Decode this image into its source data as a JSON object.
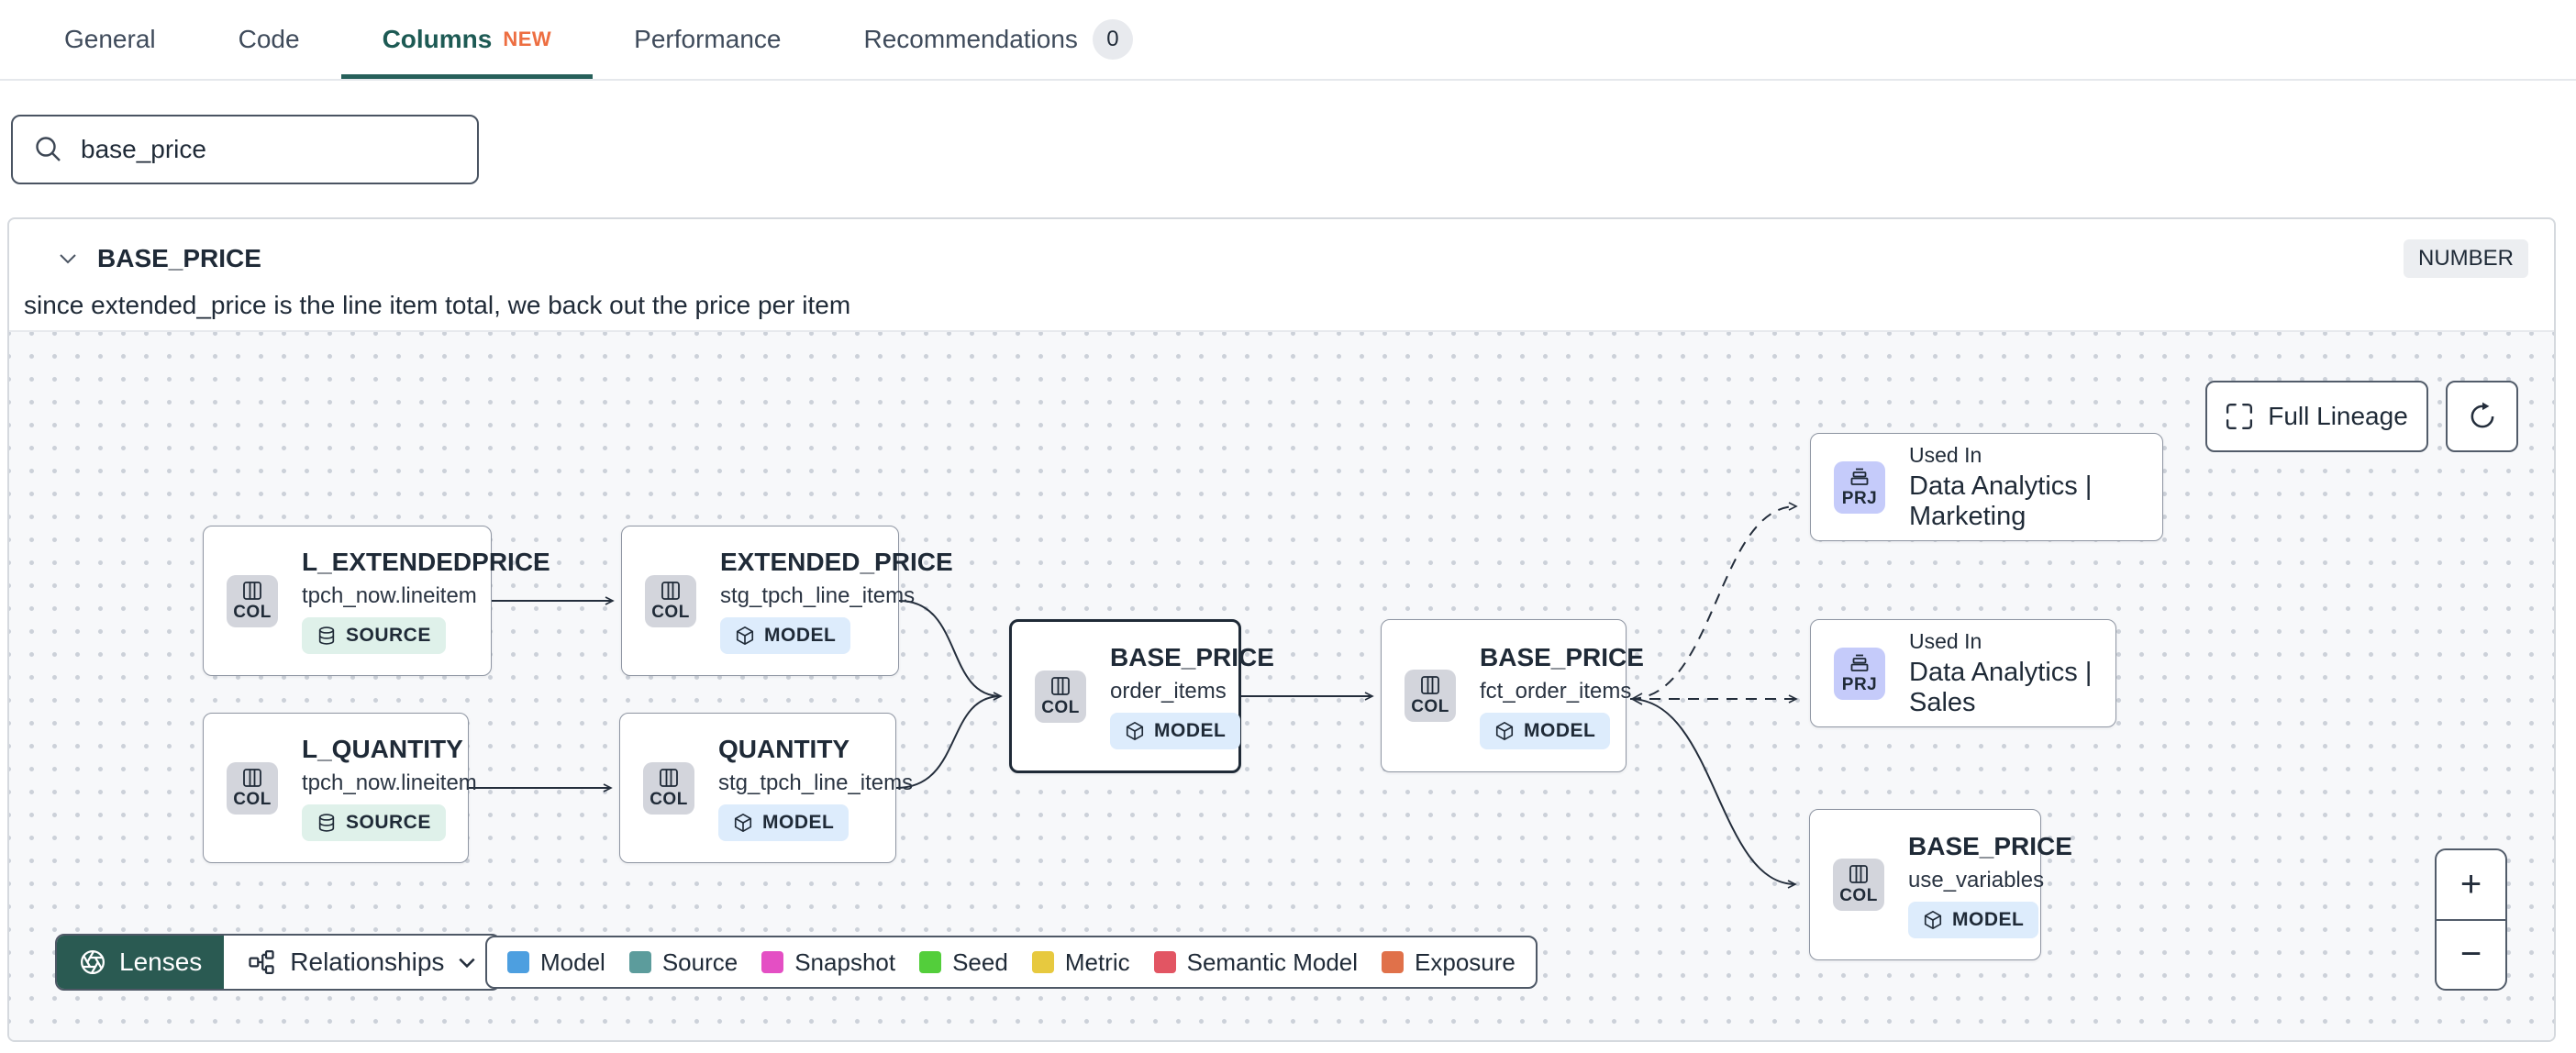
{
  "tabs": {
    "items": [
      {
        "label": "General"
      },
      {
        "label": "Code"
      },
      {
        "label": "Columns",
        "badge": "NEW"
      },
      {
        "label": "Performance"
      },
      {
        "label": "Recommendations",
        "badge": "0"
      }
    ]
  },
  "search": {
    "value": "base_price"
  },
  "panel": {
    "title": "BASE_PRICE",
    "type": "NUMBER",
    "description": "since extended_price is the line item total, we back out the price per item"
  },
  "toolbar": {
    "full_lineage": "Full Lineage"
  },
  "nodes": [
    {
      "title": "L_EXTENDEDPRICE",
      "subtitle": "tpch_now.lineitem",
      "kind": "SOURCE",
      "badge": "COL"
    },
    {
      "title": "EXTENDED_PRICE",
      "subtitle": "stg_tpch_line_items",
      "kind": "MODEL",
      "badge": "COL"
    },
    {
      "title": "L_QUANTITY",
      "subtitle": "tpch_now.lineitem",
      "kind": "SOURCE",
      "badge": "COL"
    },
    {
      "title": "QUANTITY",
      "subtitle": "stg_tpch_line_items",
      "kind": "MODEL",
      "badge": "COL"
    },
    {
      "title": "BASE_PRICE",
      "subtitle": "order_items",
      "kind": "MODEL",
      "badge": "COL"
    },
    {
      "title": "BASE_PRICE",
      "subtitle": "fct_order_items",
      "kind": "MODEL",
      "badge": "COL"
    },
    {
      "label": "Used In",
      "title": "Data Analytics | Marketing",
      "badge": "PRJ"
    },
    {
      "label": "Used In",
      "title": "Data Analytics | Sales",
      "badge": "PRJ"
    },
    {
      "title": "BASE_PRICE",
      "subtitle": "use_variables",
      "kind": "MODEL",
      "badge": "COL"
    }
  ],
  "controls": {
    "lenses": "Lenses",
    "relationships": "Relationships",
    "zoom_in": "+",
    "zoom_out": "−"
  },
  "legend": {
    "items": [
      {
        "label": "Model",
        "color": "#4d9fe0"
      },
      {
        "label": "Source",
        "color": "#5c9c9c"
      },
      {
        "label": "Snapshot",
        "color": "#e44fc4"
      },
      {
        "label": "Seed",
        "color": "#53ce3b"
      },
      {
        "label": "Metric",
        "color": "#e7c93f"
      },
      {
        "label": "Semantic Model",
        "color": "#e25563"
      },
      {
        "label": "Exposure",
        "color": "#e0714a"
      }
    ]
  },
  "colors": {
    "accent_teal": "#26605a",
    "new_badge_orange": "#ed6e41",
    "model_pill_bg": "#ddecfc",
    "source_pill_bg": "#dff1ea",
    "project_badge_bg": "#c5cbfa",
    "column_badge_bg": "#d3d5dc"
  }
}
